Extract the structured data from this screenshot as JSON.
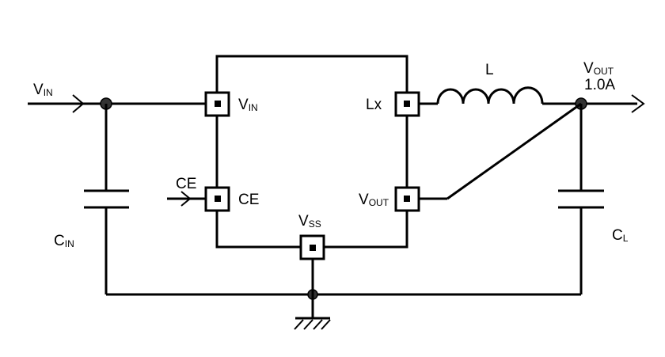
{
  "labels": {
    "vin_input": {
      "main": "V",
      "sub": "IN"
    },
    "cin": {
      "main": "C",
      "sub": "IN"
    },
    "ce_input": "CE",
    "pin_vin": {
      "main": "V",
      "sub": "IN"
    },
    "pin_ce": "CE",
    "pin_lx": "Lx",
    "pin_vout": {
      "main": "V",
      "sub": "OUT"
    },
    "pin_vss": {
      "main": "V",
      "sub": "SS"
    },
    "inductor": "L",
    "vout_output": {
      "main": "V",
      "sub": "OUT"
    },
    "output_current": "1.0A",
    "cl": {
      "main": "C",
      "sub": "L"
    }
  }
}
